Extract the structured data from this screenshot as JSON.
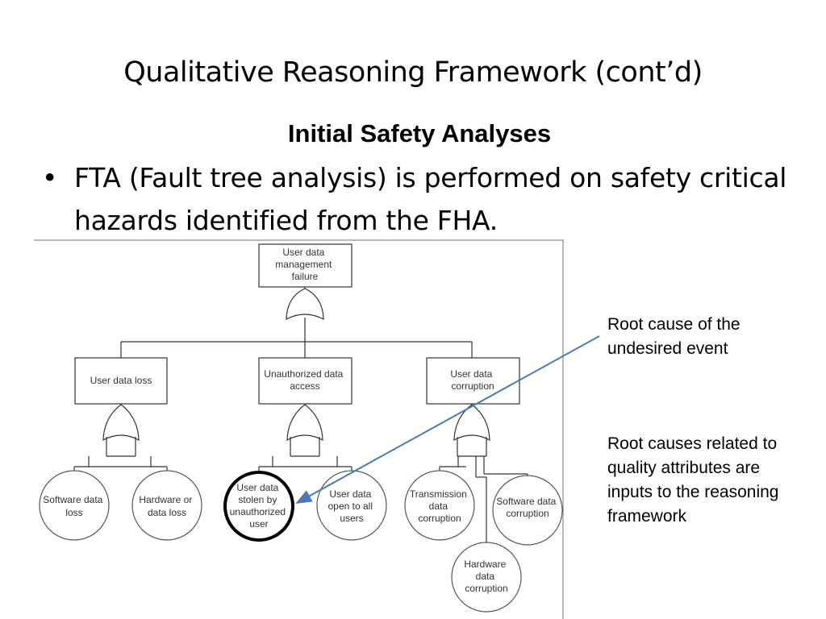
{
  "slide": {
    "title": "Qualitative Reasoning Framework (cont’d)",
    "subtitle": "Initial Safety Analyses",
    "bullet": "FTA (Fault tree analysis) is performed on safety critical hazards identified from the FHA.",
    "bullet_glyph": "•"
  },
  "fault_tree": {
    "top_event": [
      "User data",
      "management",
      "failure"
    ],
    "events": [
      {
        "lines": [
          "User data loss"
        ]
      },
      {
        "lines": [
          "Unauthorized data",
          "access"
        ]
      },
      {
        "lines": [
          "User data",
          "corruption"
        ]
      }
    ],
    "causes": [
      {
        "lines": [
          "Software data",
          "loss"
        ]
      },
      {
        "lines": [
          "Hardware or",
          "data loss"
        ]
      },
      {
        "lines": [
          "User data",
          "stolen by",
          "unauthorized",
          "user"
        ],
        "highlighted": true
      },
      {
        "lines": [
          "User data",
          "open to all",
          "users"
        ]
      },
      {
        "lines": [
          "Transmission",
          "data",
          "corruption"
        ]
      },
      {
        "lines": [
          "Software data",
          "corruption"
        ]
      },
      {
        "lines": [
          "Hardware",
          "data",
          "corruption"
        ]
      }
    ]
  },
  "annotations": {
    "root_cause": "Root cause of the undesired event",
    "quality_causes": "Root causes related to quality attributes are inputs to the reasoning framework"
  },
  "colors": {
    "arrow": "#4a7ab8",
    "box_stroke": "#333333"
  }
}
